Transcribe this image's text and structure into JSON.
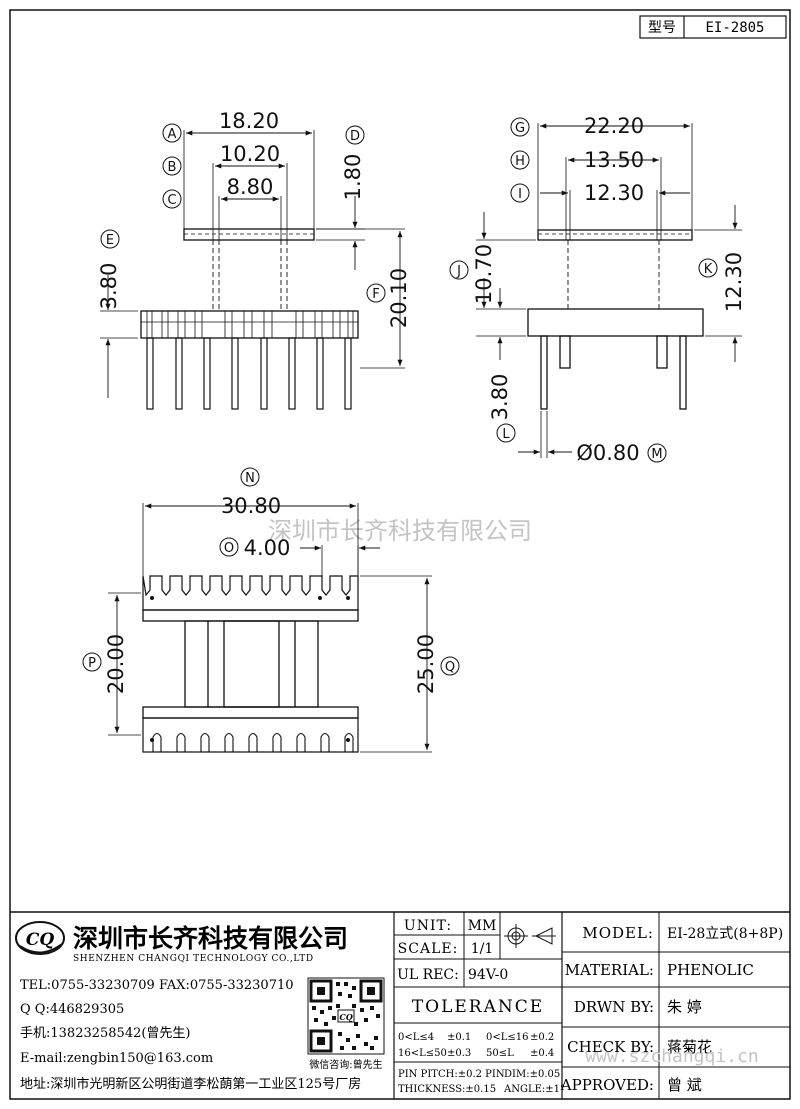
{
  "header": {
    "model_label": "型号",
    "model_value": "EI-2805"
  },
  "watermark": {
    "text": "深圳市长齐科技有限公司",
    "url": "www.szchangqi.cn"
  },
  "front_view": {
    "A": "A",
    "B": "B",
    "C": "C",
    "D": "D",
    "E": "E",
    "F": "F",
    "dim_A": "18.20",
    "dim_B": "10.20",
    "dim_C": "8.80",
    "dim_D": "1.80",
    "dim_E": "3.80",
    "dim_F": "20.10"
  },
  "side_view": {
    "G": "G",
    "H": "H",
    "I": "I",
    "J": "J",
    "K": "K",
    "L": "L",
    "M": "M",
    "dim_G": "22.20",
    "dim_H": "13.50",
    "dim_I": "12.30",
    "dim_J": "10.70",
    "dim_K": "12.30",
    "dim_L": "3.80",
    "dim_M": "Ø0.80"
  },
  "top_view": {
    "N": "N",
    "O": "O",
    "P": "P",
    "Q": "Q",
    "dim_N": "30.80",
    "dim_O": "4.00",
    "dim_P": "20.00",
    "dim_Q": "25.00"
  },
  "company": {
    "name_cn": "深圳市长齐科技有限公司",
    "name_en": "SHENZHEN CHANGQI TECHNOLOGY CO.,LTD",
    "logo_letters": "CQ",
    "tel": "TEL:0755-33230709 FAX:0755-33230710",
    "qq": "Q Q:446829305",
    "mobile": "手机:13823258542(曾先生)",
    "email": "E-mail:zengbin150@163.com",
    "address": "地址:深圳市光明新区公明街道李松蓢第一工业区125号厂房",
    "qr_caption": "微信咨询:曾先生"
  },
  "spec": {
    "unit_label": "UNIT:",
    "unit_value": "MM",
    "scale_label": "SCALE:",
    "scale_value": "1/1",
    "ulrec_label": "UL REC:",
    "ulrec_value": "94V-0",
    "tolerance_label": "TOLERANCE",
    "tol_1": "0<L≤4",
    "tol_1v": "±0.1",
    "tol_2": "0<L≤16",
    "tol_2v": "±0.2",
    "tol_3": "16<L≤50",
    "tol_3v": "±0.3",
    "tol_4": "50≤L",
    "tol_4v": "±0.4",
    "tol_pin": "PIN PITCH:±0.2 PIN",
    "tol_dim": "DIM:±0.05",
    "tol_thick": "THICKNESS:±0.15",
    "tol_angle": "ANGLE:±1°"
  },
  "info": {
    "model_label": "MODEL:",
    "model_value": "EI-28立式(8+8P)",
    "material_label": "MATERIAL:",
    "material_value": "PHENOLIC",
    "drawn_label": "DRWN BY:",
    "drawn_value": "朱 婷",
    "check_label": "CHECK BY:",
    "check_value": "蒋菊花",
    "approved_label": "APPROVED:",
    "approved_value": "曾 斌"
  }
}
